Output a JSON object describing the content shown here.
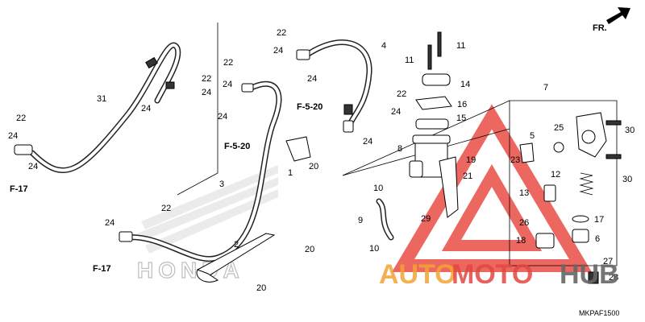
{
  "diagram_code": "MKPAF1500",
  "direction_label": "FR.",
  "watermark": {
    "part_a": "AUTO",
    "part_b": "MOTO",
    "part_c": "HUB"
  },
  "background_logo_text": "HONDA",
  "section_refs": {
    "f17_upper": "F-17",
    "f17_lower": "F-17",
    "f520_left": "F-5-20",
    "f520_right": "F-5-20"
  },
  "callouts": {
    "n1": "1",
    "n2": "2",
    "n3": "3",
    "n4": "4",
    "n5": "5",
    "n6": "6",
    "n7": "7",
    "n8": "8",
    "n9": "9",
    "n10a": "10",
    "n10b": "10",
    "n11a": "11",
    "n11b": "11",
    "n12": "12",
    "n13": "13",
    "n14": "14",
    "n15": "15",
    "n16": "16",
    "n17": "17",
    "n18": "18",
    "n19": "19",
    "n20a": "20",
    "n20b": "20",
    "n20c": "20",
    "n21": "21",
    "n22a": "22",
    "n22b": "22",
    "n22c": "22",
    "n22d": "22",
    "n22e": "22",
    "n22f": "22",
    "n23": "23",
    "n24a": "24",
    "n24b": "24",
    "n24c": "24",
    "n24d": "24",
    "n24e": "24",
    "n24f": "24",
    "n24g": "24",
    "n24h": "24",
    "n24i": "24",
    "n24j": "24",
    "n24k": "24",
    "n25": "25",
    "n26": "26",
    "n27": "27",
    "n28": "28",
    "n29": "29",
    "n30a": "30",
    "n30b": "30",
    "n31": "31"
  },
  "colors": {
    "watermark_triangle": "#e8413a",
    "watermark_orange": "#f2a233",
    "watermark_red": "#e2463f",
    "watermark_gray": "#666666"
  }
}
